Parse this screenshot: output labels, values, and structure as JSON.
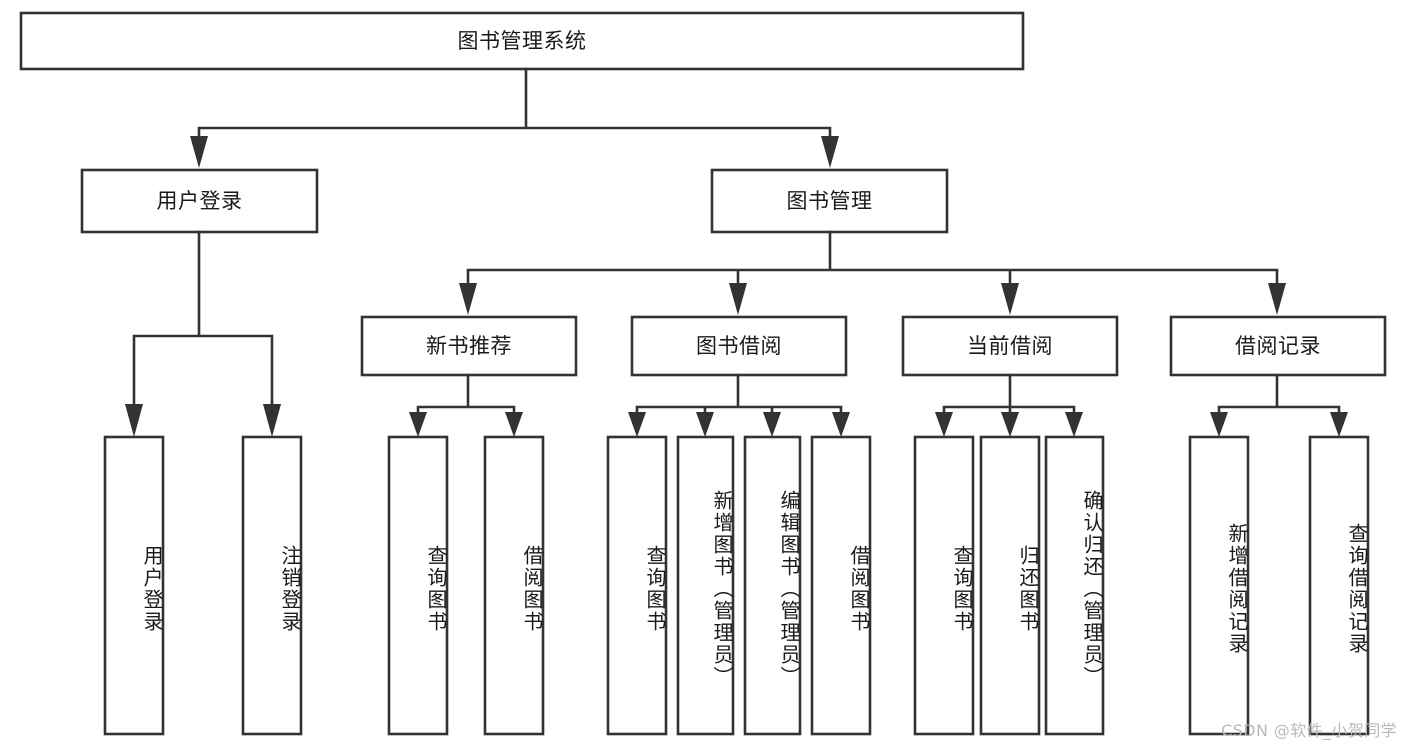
{
  "diagram": {
    "type": "hierarchy-tree",
    "title": "图书管理系统",
    "root": {
      "label": "图书管理系统"
    },
    "level1": [
      {
        "label": "用户登录"
      },
      {
        "label": "图书管理"
      }
    ],
    "level2": [
      {
        "label": "新书推荐"
      },
      {
        "label": "图书借阅"
      },
      {
        "label": "当前借阅"
      },
      {
        "label": "借阅记录"
      }
    ],
    "leaves": {
      "user_login": [
        {
          "label": "用户登录"
        },
        {
          "label": "注销登录"
        }
      ],
      "new_book_recommend": [
        {
          "label": "查询图书"
        },
        {
          "label": "借阅图书"
        }
      ],
      "book_borrow": [
        {
          "label": "查询图书"
        },
        {
          "label": "新增图书（管理员）"
        },
        {
          "label": "编辑图书（管理员）"
        },
        {
          "label": "借阅图书"
        }
      ],
      "current_borrow": [
        {
          "label": "查询图书"
        },
        {
          "label": "归还图书"
        },
        {
          "label": "确认归还（管理员）"
        }
      ],
      "borrow_record": [
        {
          "label": "新增借阅记录"
        },
        {
          "label": "查询借阅记录"
        }
      ]
    }
  },
  "watermark": {
    "text": "CSDN @软件_小贺同学"
  },
  "colors": {
    "stroke": "#333333",
    "box_fill": "#ffffff",
    "text": "#1a1a1a",
    "watermark": "#b9b9b9",
    "background": "#ffffff"
  }
}
